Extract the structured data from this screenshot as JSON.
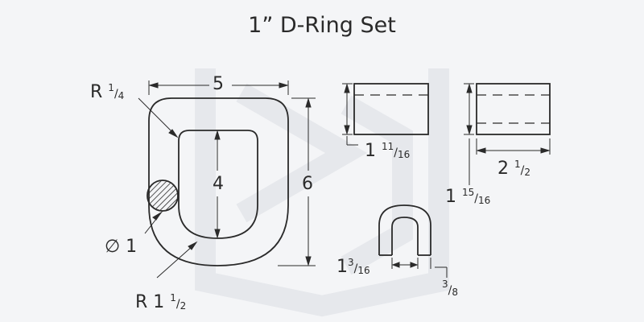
{
  "title": "1” D-Ring Set",
  "colors": {
    "background": "#f4f5f7",
    "ink": "#2a2a2a",
    "watermark": "#e8eaee"
  },
  "dimensions": {
    "width_top": "5",
    "height_inner": "4",
    "height_outer": "6",
    "radius_top": {
      "whole": "R",
      "num": "1",
      "den": "4"
    },
    "diameter": {
      "symbol": "∅",
      "value": "1"
    },
    "radius_bottom": {
      "whole": "R 1",
      "num": "1",
      "den": "2"
    },
    "block1_height": {
      "whole": "1",
      "num": "11",
      "den": "16"
    },
    "block2_height": {
      "whole": "1",
      "num": "15",
      "den": "16"
    },
    "block2_width": {
      "whole": "2",
      "num": "1",
      "den": "2"
    },
    "clip_width": {
      "whole": "1",
      "num": "3",
      "den": "16"
    },
    "clip_gap": {
      "whole": "",
      "num": "3",
      "den": "8"
    }
  }
}
